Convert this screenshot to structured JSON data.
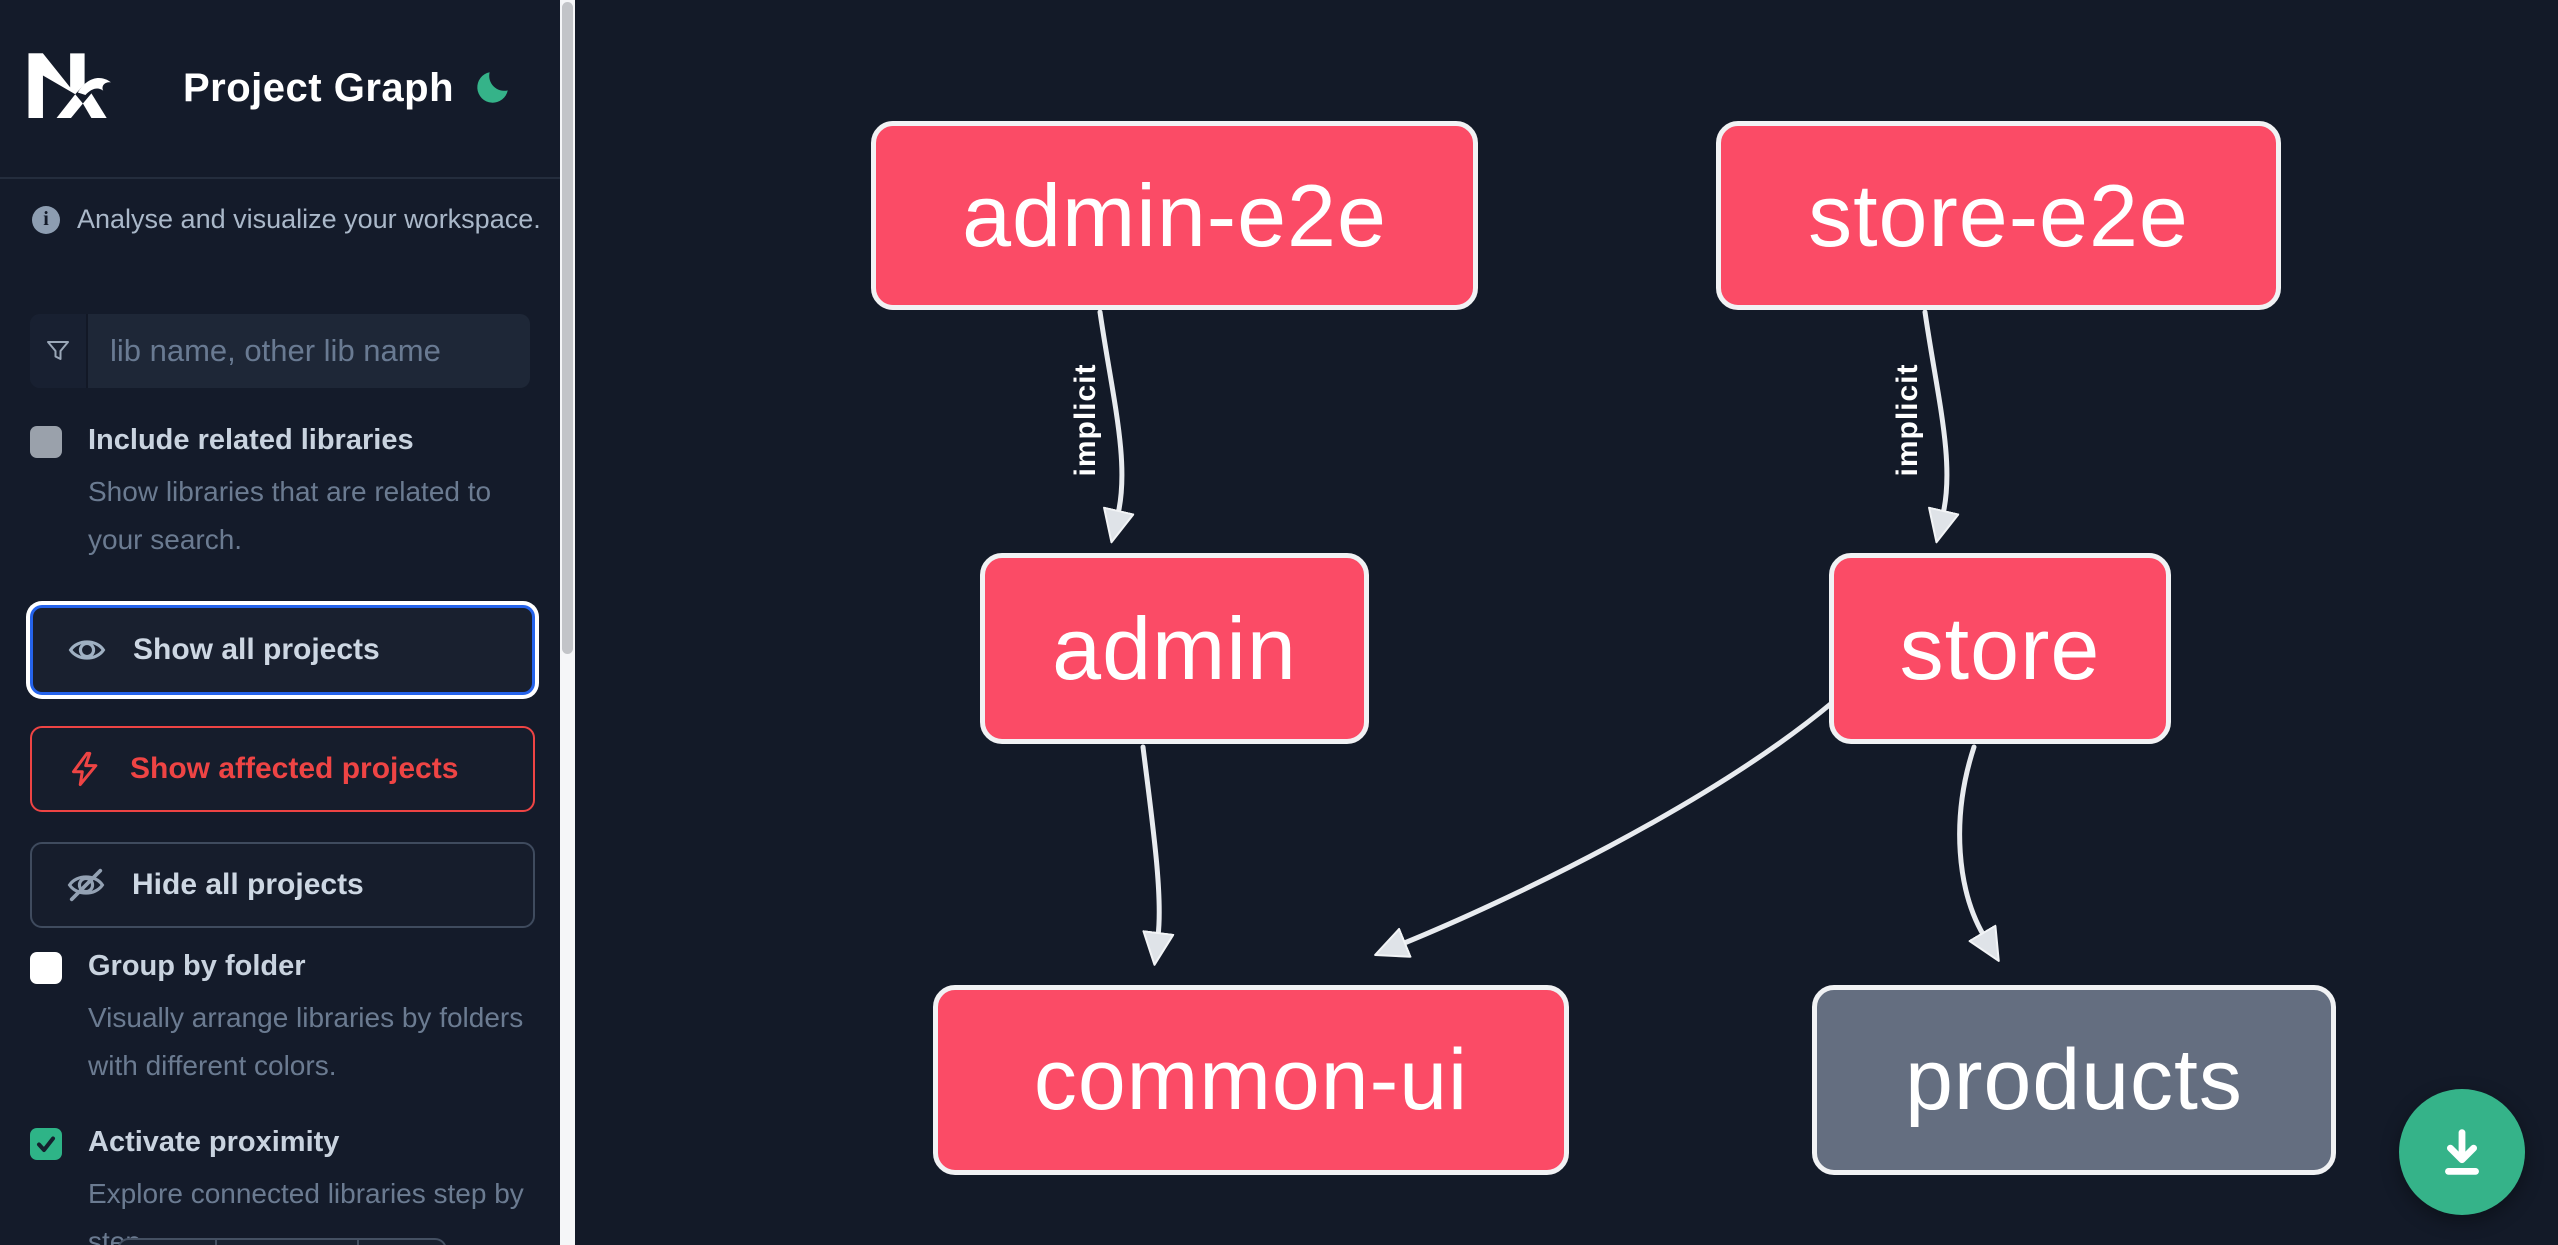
{
  "header": {
    "title": "Project Graph",
    "logo": "nx-logo",
    "theme_toggle": "moon-icon"
  },
  "sidebar": {
    "info_text": "Analyse and visualize your workspace.",
    "search": {
      "icon": "funnel-icon",
      "placeholder": "lib name, other lib name",
      "value": ""
    },
    "checkboxes": [
      {
        "label": "Include related libraries",
        "description": "Show libraries that are related to your search.",
        "checked": false
      },
      {
        "label": "Group by folder",
        "description": "Visually arrange libraries by folders with different colors.",
        "checked": false
      },
      {
        "label": "Activate proximity",
        "description": "Explore connected libraries step by step.",
        "checked": true
      }
    ],
    "buttons": [
      {
        "label": "Show all projects",
        "icon": "eye-icon",
        "state": "focused"
      },
      {
        "label": "Show affected projects",
        "icon": "bolt-icon",
        "state": "affected"
      },
      {
        "label": "Hide all projects",
        "icon": "eye-slash-icon",
        "state": "default"
      }
    ]
  },
  "graph": {
    "nodes": [
      {
        "id": "admin-e2e",
        "label": "admin-e2e",
        "color": "pink"
      },
      {
        "id": "store-e2e",
        "label": "store-e2e",
        "color": "pink"
      },
      {
        "id": "admin",
        "label": "admin",
        "color": "pink"
      },
      {
        "id": "store",
        "label": "store",
        "color": "pink"
      },
      {
        "id": "common-ui",
        "label": "common-ui",
        "color": "pink"
      },
      {
        "id": "products",
        "label": "products",
        "color": "gray"
      }
    ],
    "edges": [
      {
        "from": "admin-e2e",
        "to": "admin",
        "label": "implicit"
      },
      {
        "from": "store-e2e",
        "to": "store",
        "label": "implicit"
      },
      {
        "from": "admin",
        "to": "common-ui",
        "label": ""
      },
      {
        "from": "store",
        "to": "common-ui",
        "label": ""
      },
      {
        "from": "store",
        "to": "products",
        "label": ""
      }
    ]
  },
  "fab": {
    "icon": "download-icon"
  },
  "colors": {
    "background": "#131a28",
    "node_pink": "#fb4b66",
    "node_gray": "#646e80",
    "node_border": "#f1f2f4",
    "edge": "#e8ebef",
    "accent_green": "#35b389",
    "focus_blue": "#2563eb",
    "affected_red": "#ee4444"
  }
}
